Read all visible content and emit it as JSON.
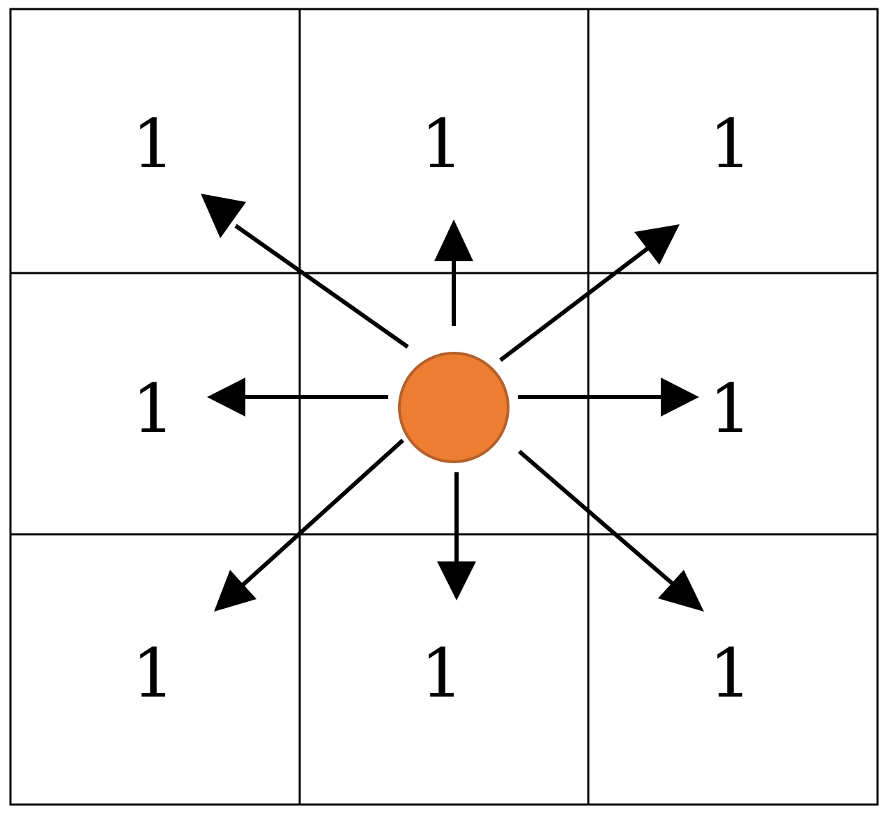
{
  "grid": {
    "rows": 3,
    "cols": 3,
    "cells": [
      [
        "1",
        "1",
        "1"
      ],
      [
        "1",
        "",
        "1"
      ],
      [
        "1",
        "1",
        "1"
      ]
    ]
  },
  "center_node": {
    "fill": "#ED7D31",
    "stroke": "#B5602A"
  },
  "arrows": {
    "directions": [
      "up-left",
      "up",
      "up-right",
      "left",
      "right",
      "down-left",
      "down",
      "down-right"
    ],
    "color": "#000000"
  },
  "colors": {
    "grid_line": "#000000",
    "background": "#FFFFFF"
  }
}
